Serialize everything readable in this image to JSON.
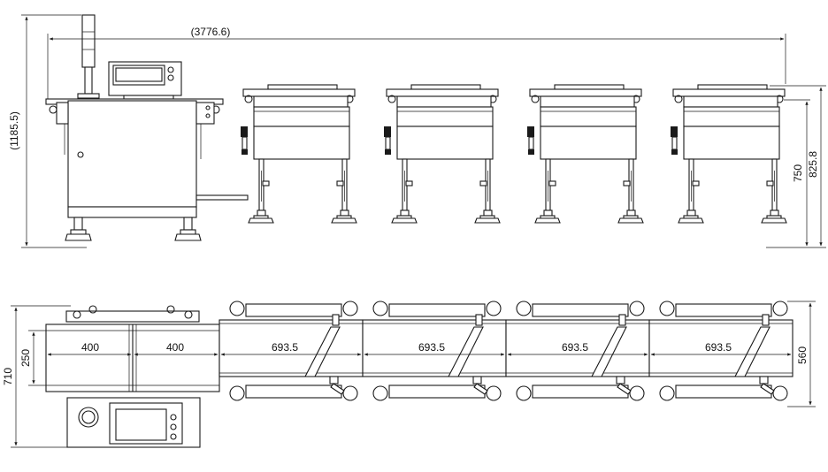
{
  "dimensions": {
    "overall_length": "(3776.6)",
    "overall_height": "(1185.5)",
    "frame_height": "750",
    "conveyor_height": "825.8",
    "section_length_1": "400",
    "section_length_2": "400",
    "sorter_lengths": [
      "693.5",
      "693.5",
      "693.5",
      "693.5"
    ],
    "belt_width": "250",
    "overall_width": "710",
    "sorter_width": "560"
  },
  "colors": {
    "line": "#1a1a1a",
    "background": "#ffffff"
  }
}
